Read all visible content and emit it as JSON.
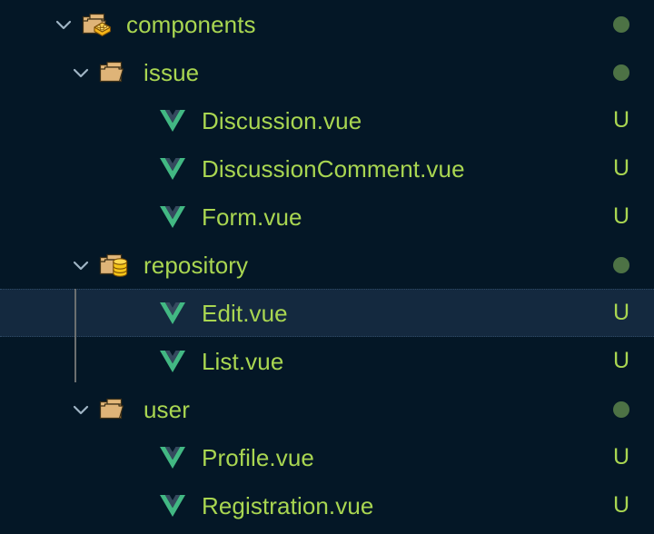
{
  "theme": {
    "background": "#041726",
    "selection_background": "#14293f",
    "selection_border": "#2e4a66",
    "label_color": "#a9d651",
    "chevron_color": "#9fb4c4",
    "folder_color": "#e3b87a",
    "badge_color": "#f5c518",
    "vue_green": "#42b883",
    "vue_dark": "#35495e",
    "status_dot_color": "#4d7245",
    "status_letter_color": "#a9d651",
    "guide_line_color": "#6b6f70"
  },
  "tree": {
    "rows": [
      {
        "label": "components",
        "kind": "folder",
        "icon": "folder-components-icon",
        "chevron": "chevron-down-icon",
        "expanded": true,
        "depth": 1,
        "status": "dot",
        "status_text": "",
        "selected": false
      },
      {
        "label": "issue",
        "kind": "folder",
        "icon": "folder-icon",
        "chevron": "chevron-down-icon",
        "expanded": true,
        "depth": 2,
        "status": "dot",
        "status_text": "",
        "selected": false
      },
      {
        "label": "Discussion.vue",
        "kind": "file",
        "icon": "vue-file-icon",
        "chevron": "",
        "expanded": false,
        "depth": 3,
        "status": "letter",
        "status_text": "U",
        "selected": false
      },
      {
        "label": "DiscussionComment.vue",
        "kind": "file",
        "icon": "vue-file-icon",
        "chevron": "",
        "expanded": false,
        "depth": 3,
        "status": "letter",
        "status_text": "U",
        "selected": false
      },
      {
        "label": "Form.vue",
        "kind": "file",
        "icon": "vue-file-icon",
        "chevron": "",
        "expanded": false,
        "depth": 3,
        "status": "letter",
        "status_text": "U",
        "selected": false
      },
      {
        "label": "repository",
        "kind": "folder",
        "icon": "folder-repository-icon",
        "chevron": "chevron-down-icon",
        "expanded": true,
        "depth": 2,
        "status": "dot",
        "status_text": "",
        "selected": false
      },
      {
        "label": "Edit.vue",
        "kind": "file",
        "icon": "vue-file-icon",
        "chevron": "",
        "expanded": false,
        "depth": 3,
        "status": "letter",
        "status_text": "U",
        "selected": true
      },
      {
        "label": "List.vue",
        "kind": "file",
        "icon": "vue-file-icon",
        "chevron": "",
        "expanded": false,
        "depth": 3,
        "status": "letter",
        "status_text": "U",
        "selected": false
      },
      {
        "label": "user",
        "kind": "folder",
        "icon": "folder-icon",
        "chevron": "chevron-down-icon",
        "expanded": true,
        "depth": 2,
        "status": "dot",
        "status_text": "",
        "selected": false
      },
      {
        "label": "Profile.vue",
        "kind": "file",
        "icon": "vue-file-icon",
        "chevron": "",
        "expanded": false,
        "depth": 3,
        "status": "letter",
        "status_text": "U",
        "selected": false
      },
      {
        "label": "Registration.vue",
        "kind": "file",
        "icon": "vue-file-icon",
        "chevron": "",
        "expanded": false,
        "depth": 3,
        "status": "letter",
        "status_text": "U",
        "selected": false
      }
    ]
  }
}
